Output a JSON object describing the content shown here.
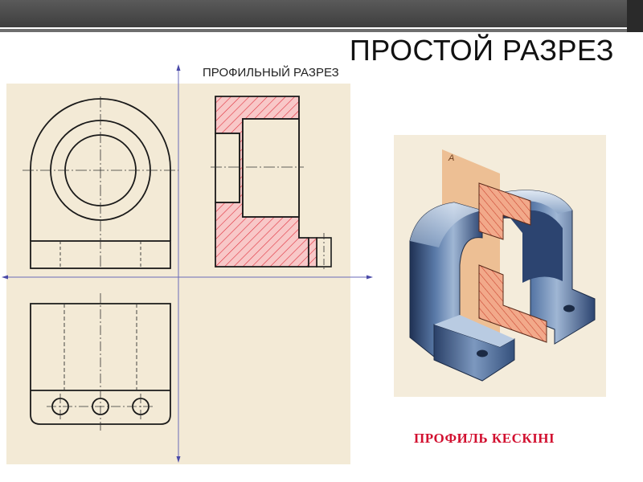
{
  "slide": {
    "title": "ПРОСТОЙ РАЗРЕЗ",
    "subtitle": "ПРОФИЛЬНЫЙ РАЗРЕЗ",
    "caption_kz": "ПРОФИЛЬ КЕСКІНІ"
  },
  "drawing": {
    "plane_label": "А"
  },
  "colors": {
    "paper": "#f3ead6",
    "hatch": "#e0303c",
    "section_fill": "#f8c8c8",
    "plane": "#e89a5a",
    "model_blue": "#3c5a86",
    "title_bar": "#4a4a4a",
    "caption": "#d21030"
  }
}
